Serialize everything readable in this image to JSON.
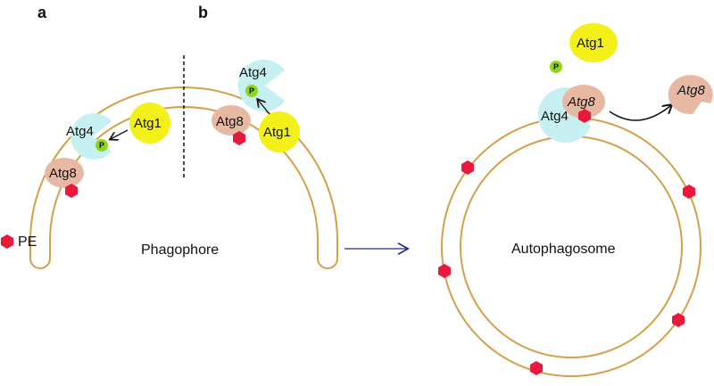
{
  "panels": {
    "a": "a",
    "b": "b"
  },
  "labels": {
    "phagophore": "Phagophore",
    "autophagosome": "Autophagosome",
    "atg1": "Atg1",
    "atg4": "Atg4",
    "atg8": "Atg8",
    "phospho": "P",
    "pe_legend": "PE"
  },
  "colors": {
    "membrane": "#d4a04a",
    "atg1": "#f4f01a",
    "atg4": "#c6f0f1",
    "atg8": "#e8b9a2",
    "pe": "#e8193c",
    "phospho": "#8ed61a",
    "arrow_main": "#1f2a8c",
    "arrow_small": "#111111"
  }
}
